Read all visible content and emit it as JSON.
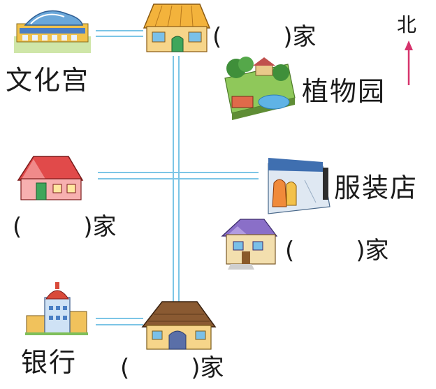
{
  "labels": {
    "culture_palace": "文化宫",
    "botanical_garden": "植物园",
    "clothing_store": "服装店",
    "bank": "银行"
  },
  "home_blank": {
    "open": "(",
    "close": ")家"
  },
  "compass": {
    "north": "北"
  },
  "colors": {
    "road": "#7cc5e6",
    "north_arrow": "#d6336c"
  }
}
